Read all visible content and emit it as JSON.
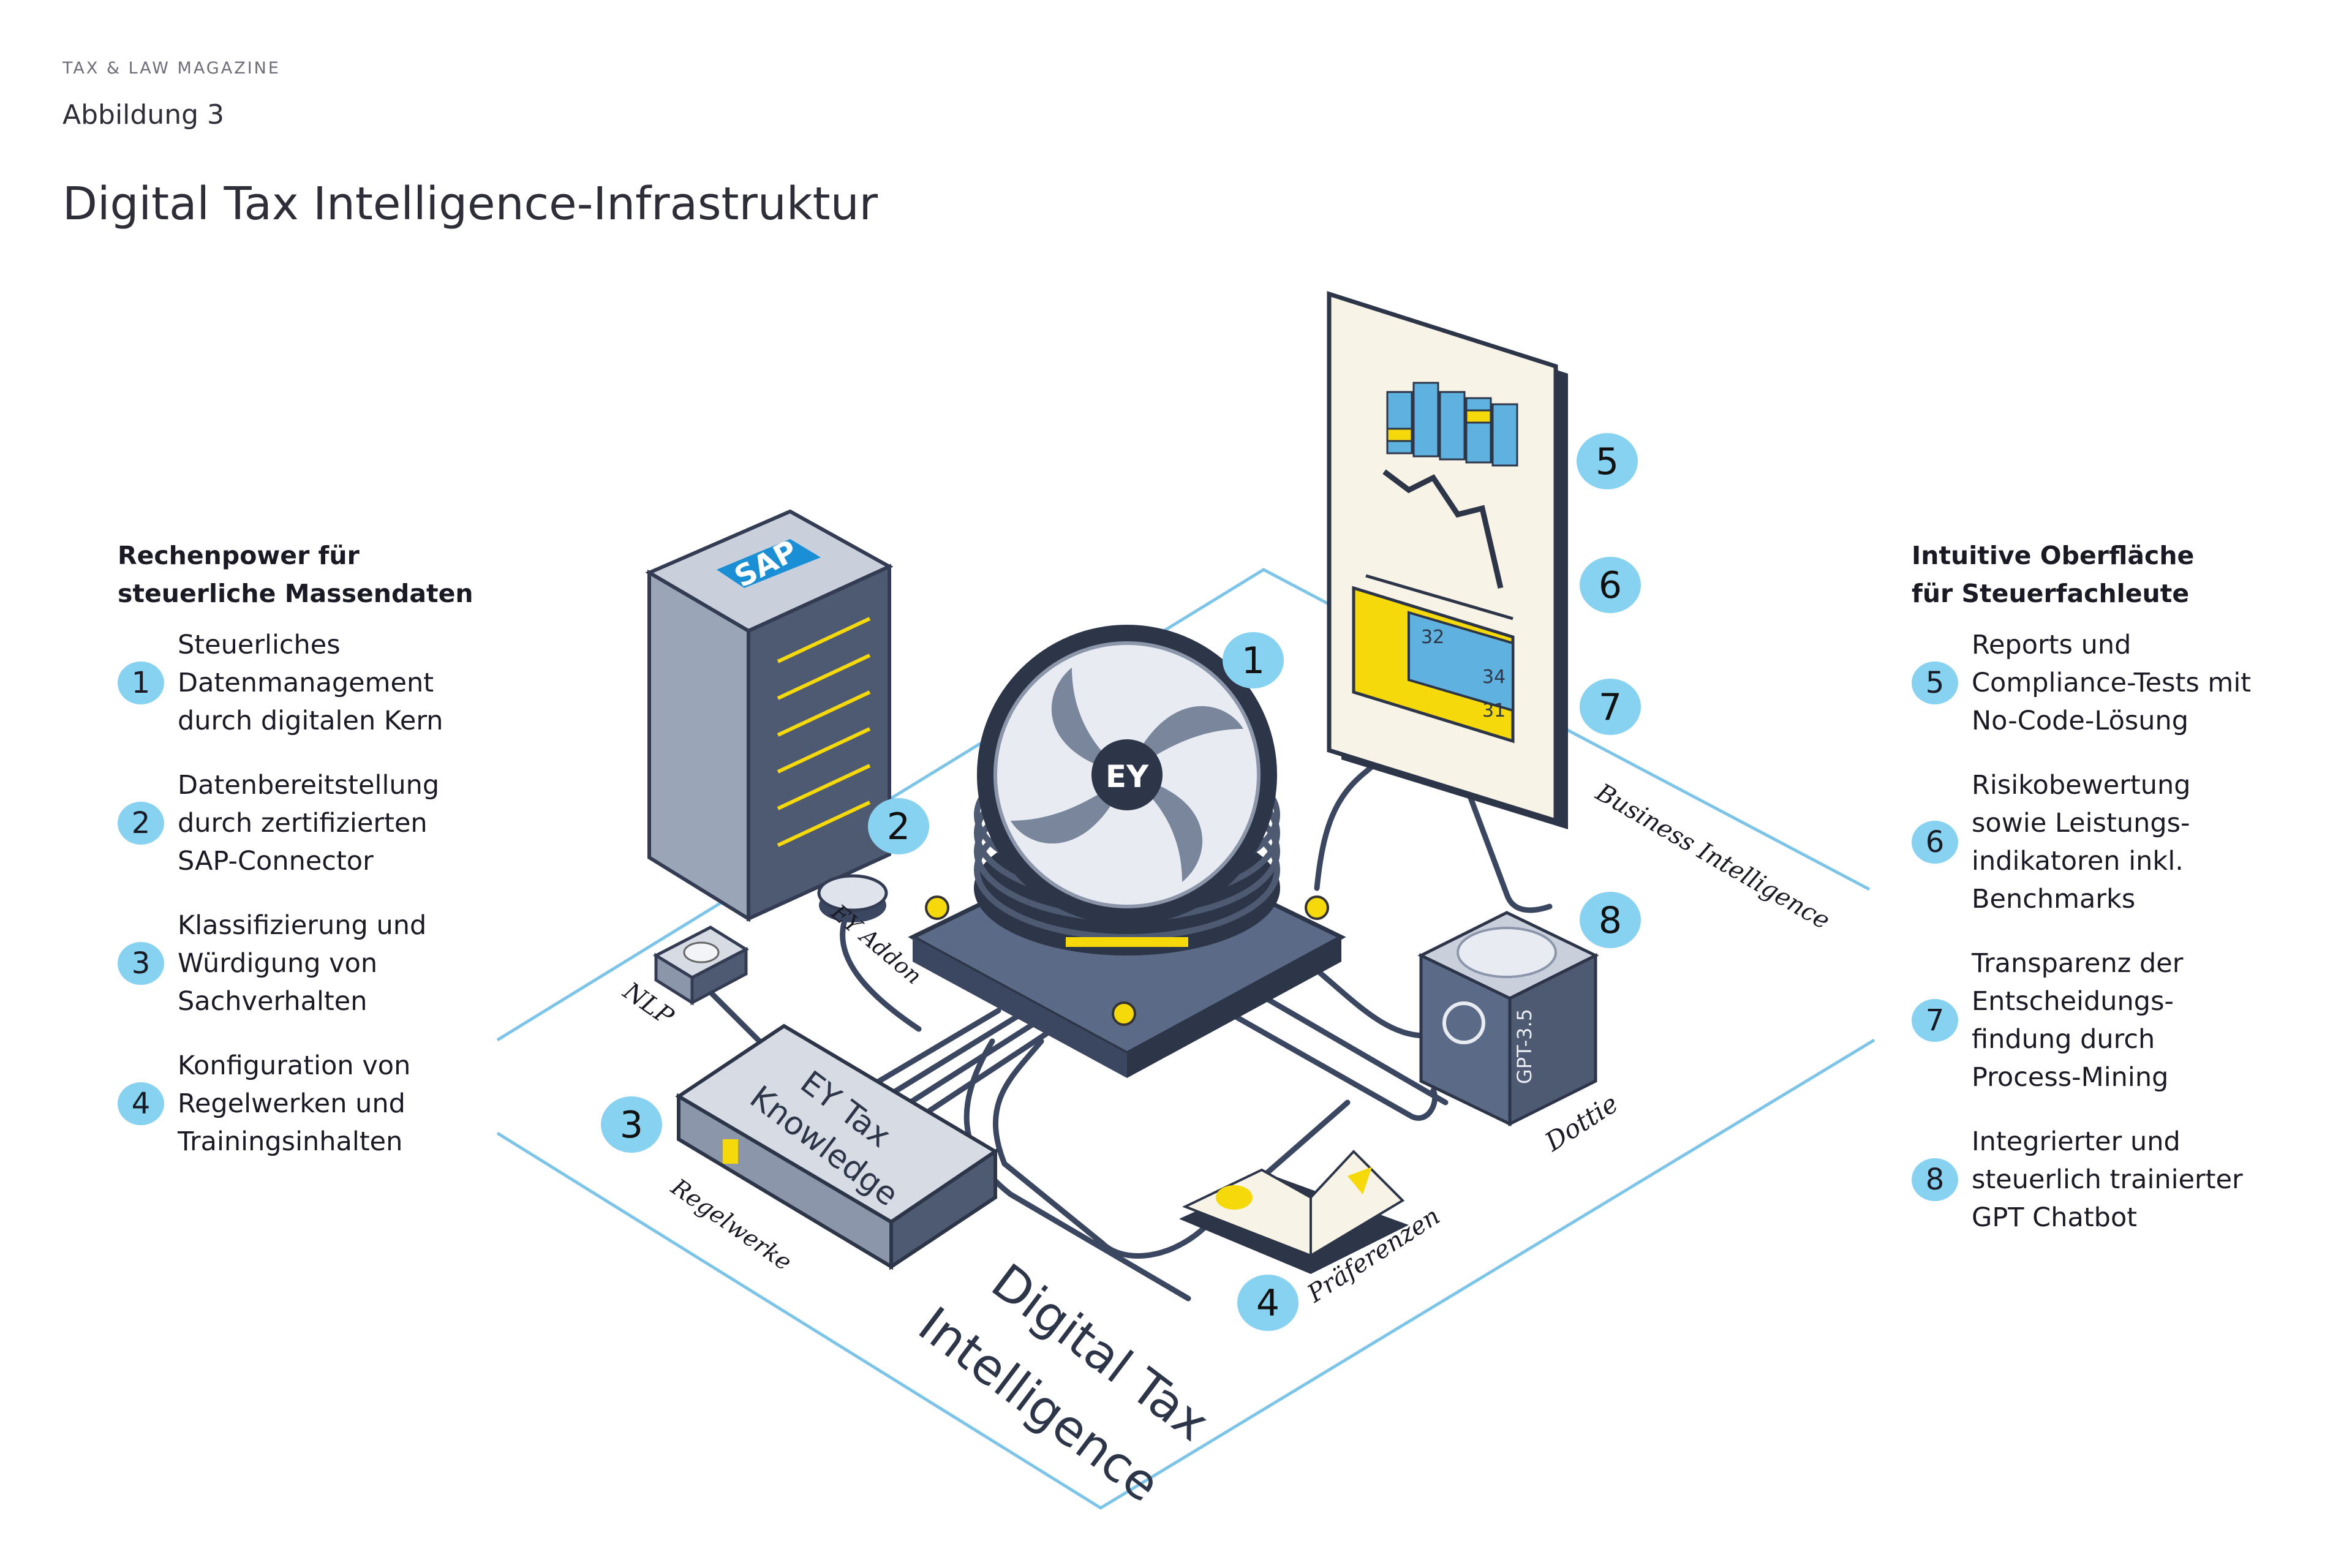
{
  "header": {
    "kicker": "TAX & LAW MAGAZINE",
    "figure_label": "Abbildung 3",
    "title": "Digital Tax Intelligence-Infrastruktur"
  },
  "left": {
    "heading": [
      "Rechenpower für",
      "steuerliche Massendaten"
    ],
    "items": [
      {
        "num": "1",
        "lines": [
          "Steuerliches",
          "Datenmanagement",
          "durch digitalen Kern"
        ]
      },
      {
        "num": "2",
        "lines": [
          "Datenbereitstellung",
          "durch zertifizierten",
          "SAP-Connector"
        ]
      },
      {
        "num": "3",
        "lines": [
          "Klassifizierung und",
          "Würdigung von",
          "Sachverhalten"
        ]
      },
      {
        "num": "4",
        "lines": [
          "Konfiguration von",
          "Regelwerken und",
          "Trainingsinhalten"
        ]
      }
    ]
  },
  "right": {
    "heading": [
      "Intuitive Oberfläche",
      "für Steuerfachleute"
    ],
    "items": [
      {
        "num": "5",
        "lines": [
          "Reports und",
          "Compliance-Tests mit",
          "No-Code-Lösung"
        ]
      },
      {
        "num": "6",
        "lines": [
          "Risikobewertung",
          "sowie Leistungs-",
          "indikatoren inkl.",
          "Benchmarks"
        ]
      },
      {
        "num": "7",
        "lines": [
          "Transparenz der",
          "Entscheidungs-",
          "findung durch",
          "Process-Mining"
        ]
      },
      {
        "num": "8",
        "lines": [
          "Integrierter und",
          "steuerlich trainierter",
          "GPT Chatbot"
        ]
      }
    ]
  },
  "diagram": {
    "floor_label": [
      "Digital Tax",
      "Intelligence"
    ],
    "labels": {
      "ey_addon": "EY Addon",
      "nlp": "NLP",
      "regelwerke": "Regelwerke",
      "praeferenzen": "Präferenzen",
      "dottie": "Dottie",
      "business_intelligence": "Business Intelligence",
      "knowledge": [
        "EY Tax",
        "Knowledge"
      ],
      "gpt": "GPT-3.5",
      "fan_logo": "EY",
      "sap_logo": "SAP"
    },
    "screen_values": [
      "32",
      "34",
      "31"
    ],
    "badges": [
      "1",
      "2",
      "3",
      "4",
      "5",
      "6",
      "7",
      "8"
    ]
  },
  "colors": {
    "badge": "#87d2f0",
    "floor_line": "#7cc4e8",
    "accent_yellow": "#f5d90a",
    "device": "#5b6a86"
  }
}
